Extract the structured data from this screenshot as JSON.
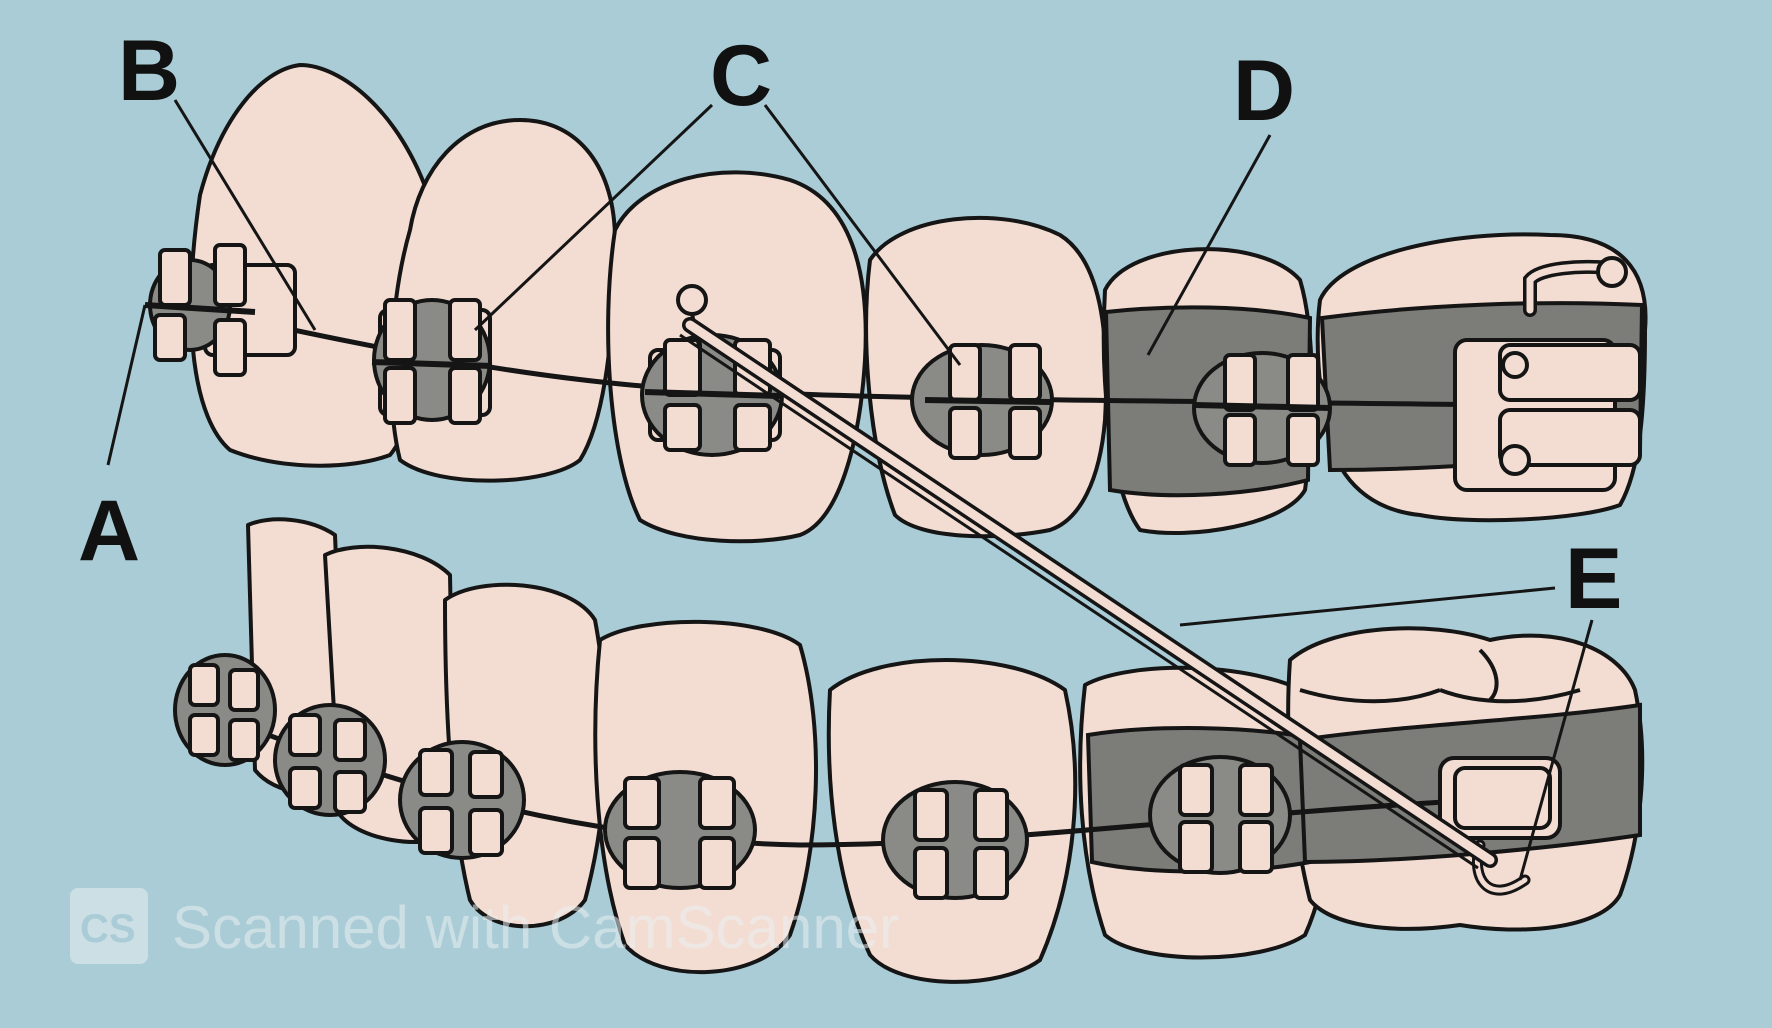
{
  "labels": {
    "a": "A",
    "b": "B",
    "c": "C",
    "d": "D",
    "e": "E"
  },
  "watermark": {
    "logo": "CS",
    "text": "Scanned with CamScanner"
  },
  "colors": {
    "background": "#a9ccd6",
    "tooth": "#f3ddd3",
    "band": "#7c7c78",
    "ligature": "#8a8a86",
    "outline": "#151515"
  }
}
